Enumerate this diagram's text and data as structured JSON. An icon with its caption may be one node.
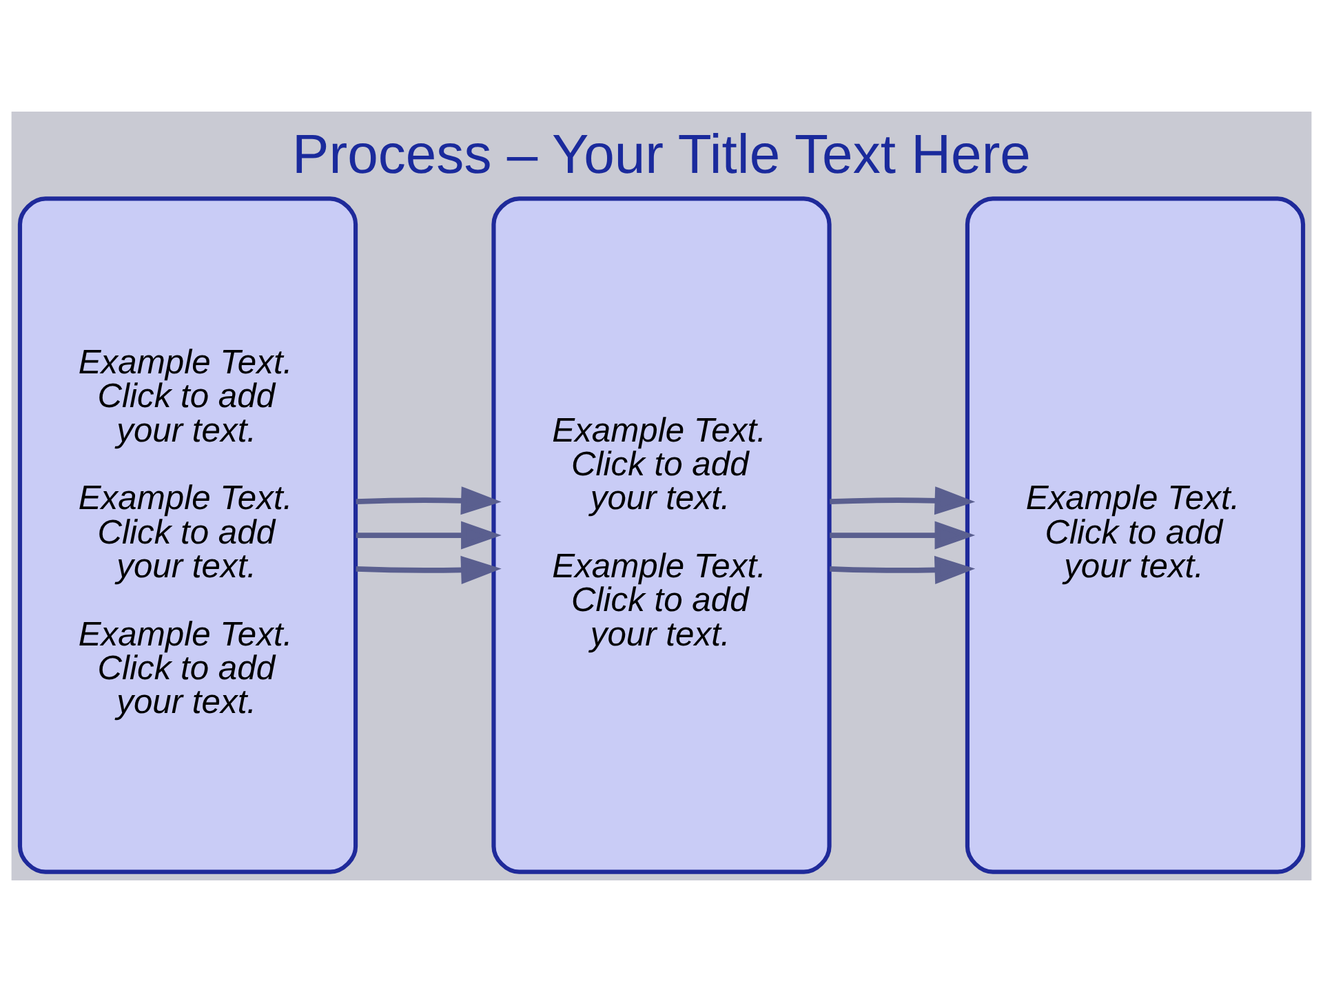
{
  "diagram": {
    "title": "Process – Your Title Text Here",
    "nodes": [
      {
        "text": [
          "Example Text. Click to add your text.",
          "Example Text. Click to add your text.",
          "Example Text. Click to add your text."
        ]
      },
      {
        "text": [
          "Example Text. Click to add your text.",
          "Example Text. Click to add your text."
        ]
      },
      {
        "text": [
          "Example Text. Click to add your text."
        ]
      }
    ],
    "edges": [
      {
        "from": 0,
        "to": 1,
        "arrow": "to"
      },
      {
        "from": 0,
        "to": 1,
        "arrow": "to"
      },
      {
        "from": 0,
        "to": 1,
        "arrow": "to"
      },
      {
        "from": 1,
        "to": 2,
        "arrow": "to"
      },
      {
        "from": 1,
        "to": 2,
        "arrow": "to"
      },
      {
        "from": 1,
        "to": 2,
        "arrow": "to"
      }
    ]
  }
}
